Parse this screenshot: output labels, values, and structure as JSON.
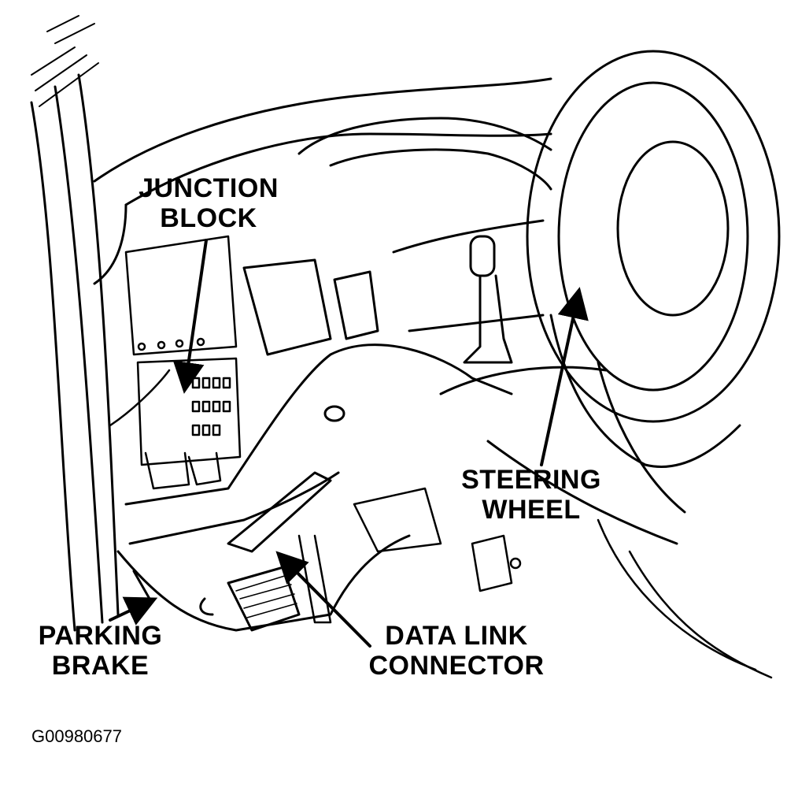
{
  "callouts": {
    "junction_block": {
      "line1": "JUNCTION",
      "line2": "BLOCK"
    },
    "steering_wheel": {
      "line1": "STEERING",
      "line2": "WHEEL"
    },
    "parking_brake": {
      "line1": "PARKING",
      "line2": "BRAKE"
    },
    "data_link_connector": {
      "line1": "DATA LINK",
      "line2": "CONNECTOR"
    }
  },
  "figure_code": "G00980677",
  "colors": {
    "ink": "#000000",
    "paper": "#ffffff"
  }
}
